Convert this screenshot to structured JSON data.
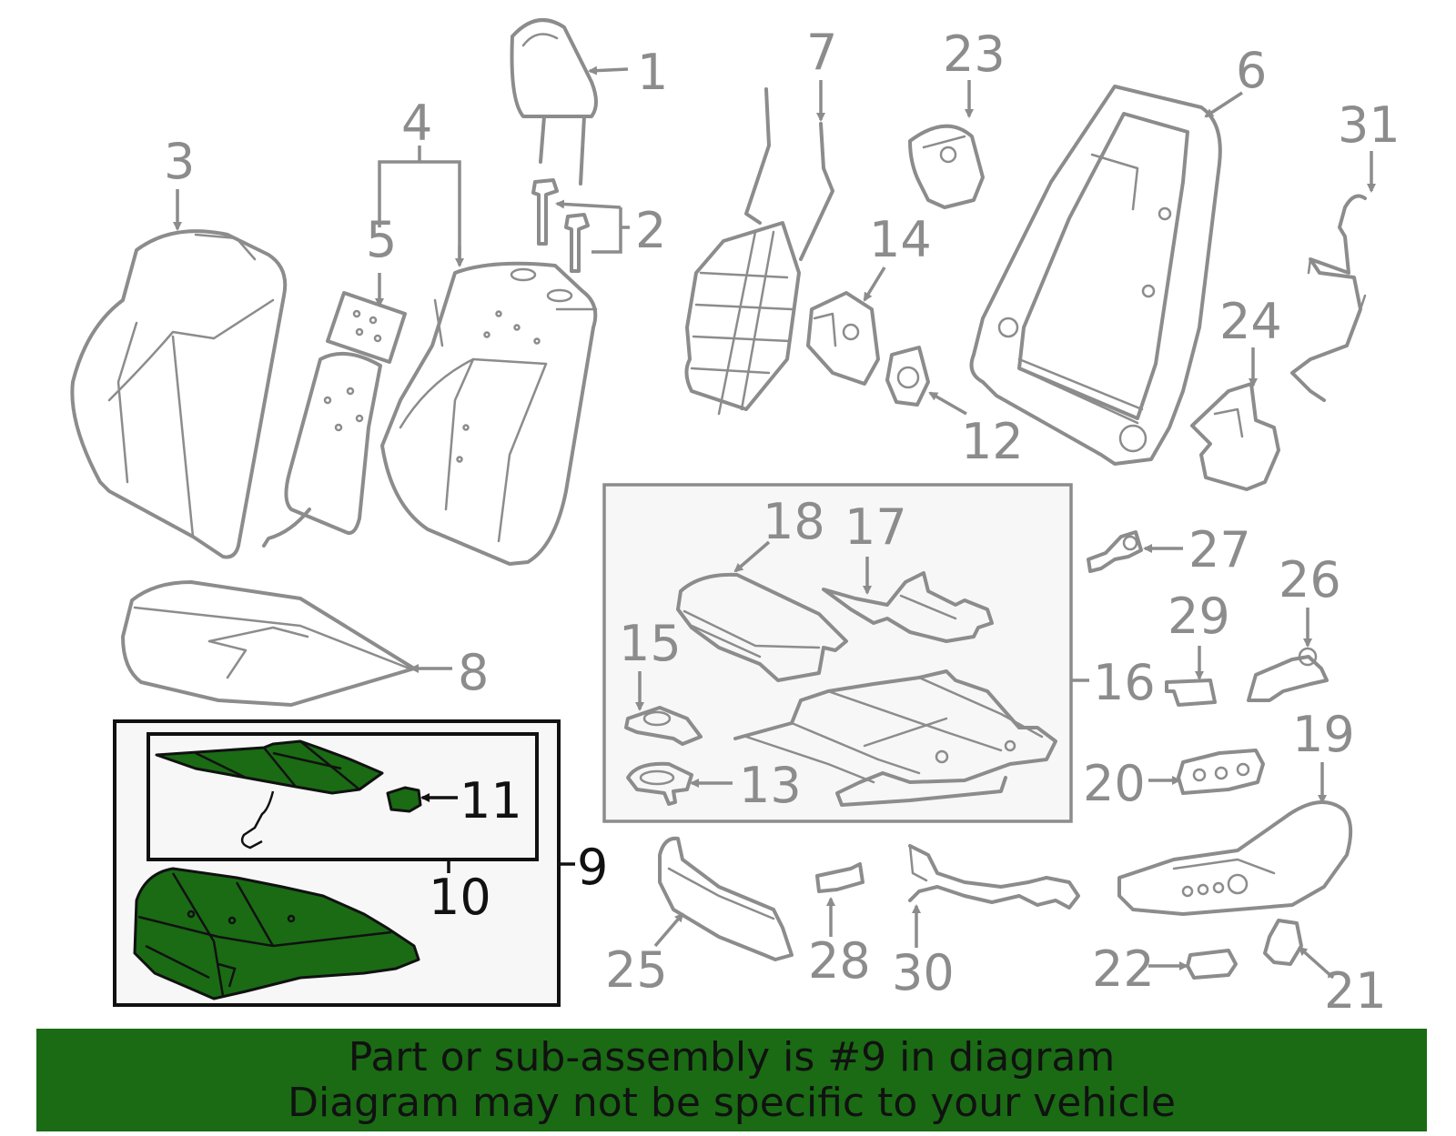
{
  "callouts": {
    "c1": "1",
    "c2": "2",
    "c3": "3",
    "c4": "4",
    "c5": "5",
    "c6": "6",
    "c7": "7",
    "c8": "8",
    "c9": "9",
    "c10": "10",
    "c11": "11",
    "c12": "12",
    "c13": "13",
    "c14": "14",
    "c15": "15",
    "c16": "16",
    "c17": "17",
    "c18": "18",
    "c19": "19",
    "c20": "20",
    "c21": "21",
    "c22": "22",
    "c23": "23",
    "c24": "24",
    "c25": "25",
    "c26": "26",
    "c27": "27",
    "c28": "28",
    "c29": "29",
    "c30": "30",
    "c31": "31"
  },
  "banner": {
    "line1": "Part or sub-assembly is #9 in diagram",
    "line2": "Diagram may not be specific to your vehicle"
  },
  "colors": {
    "highlight": "#1a6b14",
    "parts": "#8c8c8c"
  }
}
